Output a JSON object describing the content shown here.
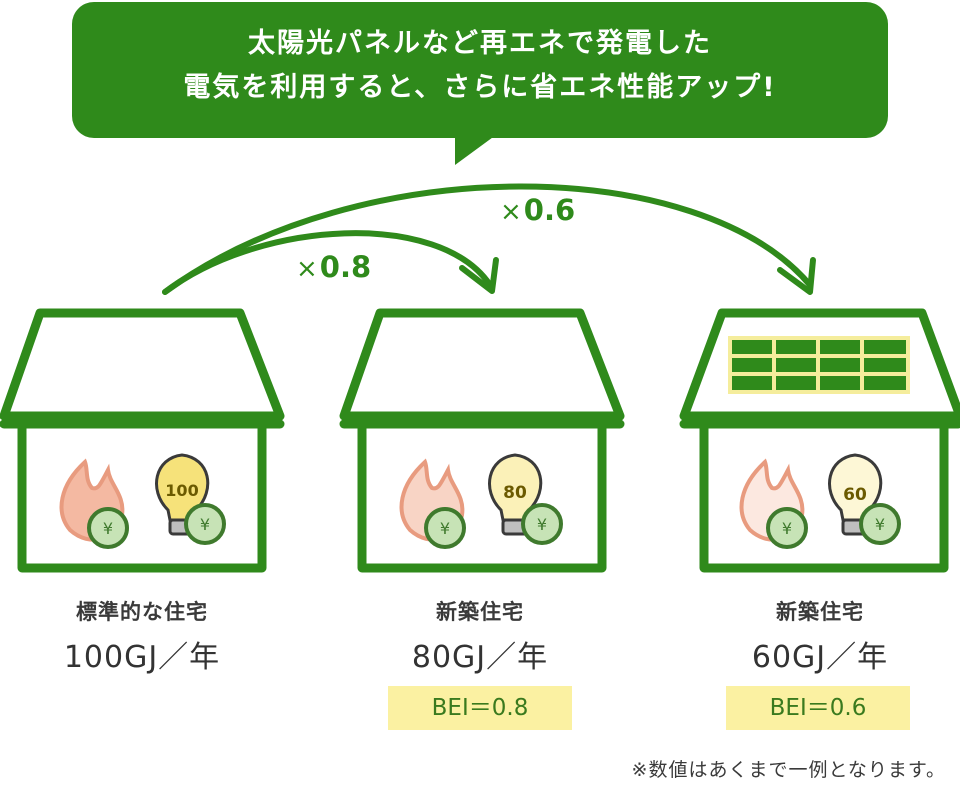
{
  "header": {
    "line1": "太陽光パネルなど再エネで発電した",
    "line2": "電気を利用すると、さらに省エネ性能アップ!"
  },
  "multipliers": {
    "m1": "0.8",
    "m2": "0.6",
    "sign": "×"
  },
  "houses": [
    {
      "title": "標準的な住宅",
      "value": "100GJ／年",
      "bulb": "100",
      "yen": "¥"
    },
    {
      "title": "新築住宅",
      "value": "80GJ／年",
      "bulb": "80",
      "yen": "¥",
      "bei": "BEI＝0.8"
    },
    {
      "title": "新築住宅",
      "value": "60GJ／年",
      "bulb": "60",
      "yen": "¥",
      "bei": "BEI＝0.6"
    }
  ],
  "note": "※数値はあくまで一例となります。",
  "colors": {
    "green": "#2f8a1b",
    "bei_bg": "#fbf1a2",
    "panel": "#f5ed9c",
    "flame": "#f4b9a2",
    "coin": "#c7e3b6"
  }
}
